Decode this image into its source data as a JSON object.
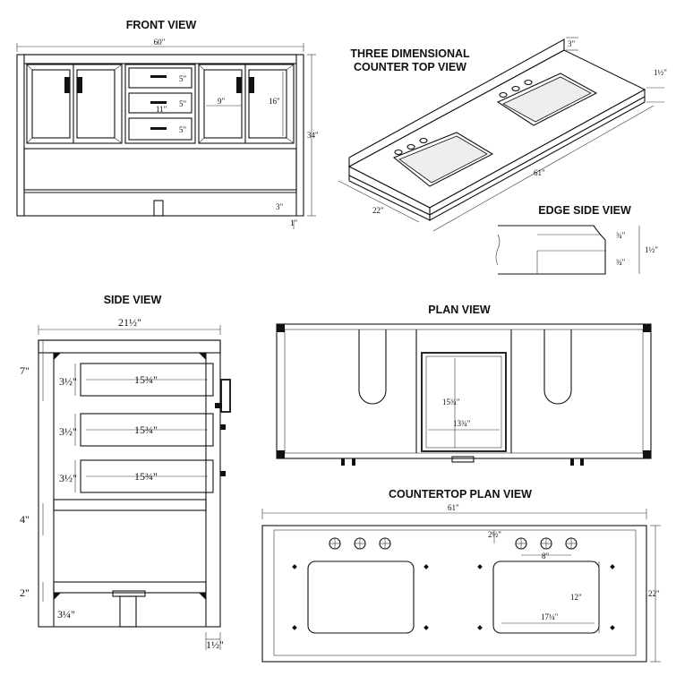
{
  "titles": {
    "front": "FRONT VIEW",
    "three_d_line1": "THREE DIMENSIONAL",
    "three_d_line2": "COUNTER TOP VIEW",
    "edge": "EDGE SIDE VIEW",
    "side": "SIDE VIEW",
    "plan": "PLAN VIEW",
    "countertop_plan": "COUNTERTOP PLAN VIEW"
  },
  "dimensions": {
    "front_width": "60\"",
    "front_height": "34\"",
    "front_drawer1": "5\"",
    "front_drawer2": "5\"",
    "front_drawer3": "5\"",
    "front_drawer_width": "11\"",
    "front_door_w": "9\"",
    "front_door_h": "16\"",
    "front_toe": "3\"",
    "front_leg": "1\"",
    "ct3d_length": "61\"",
    "ct3d_depth": "22\"",
    "ct3d_back": "3\"",
    "ct3d_edge": "1½\"",
    "edge_top": "¾\"",
    "edge_bottom": "¾\"",
    "edge_total": "1½\"",
    "side_depth": "21½\"",
    "side_top": "7\"",
    "side_d1_h": "3½\"",
    "side_d2_h": "3½\"",
    "side_d3_h": "3½\"",
    "side_d1_w": "15¾\"",
    "side_d2_w": "15¾\"",
    "side_d3_w": "15¾\"",
    "side_shelf": "4\"",
    "side_bottom": "2\"",
    "side_toe": "3¼\"",
    "side_leg": "1½\"",
    "plan_depth": "15¾\"",
    "plan_width": "13¾\"",
    "ctp_length": "61\"",
    "ctp_depth": "22\"",
    "ctp_back": "2½\"",
    "ctp_spread": "8\"",
    "ctp_sink_h": "12\"",
    "ctp_sink_w": "17¼\""
  }
}
